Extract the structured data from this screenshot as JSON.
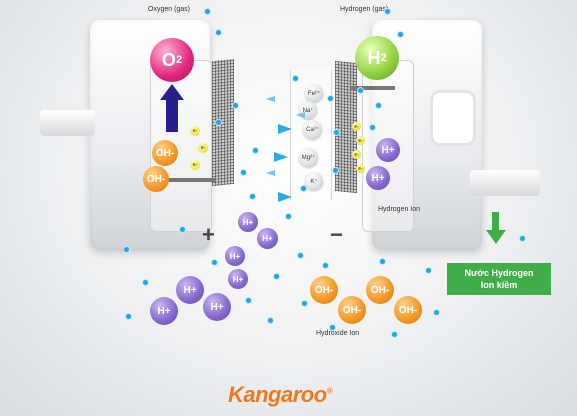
{
  "labels": {
    "oxygen_gas": "Oxygen (gas)",
    "hydrogen_gas": "Hydrogen (gas)",
    "hydrogen_ion": "Hydrogen Ion",
    "hydroxide_ion": "Hydroxide Ion"
  },
  "molecules": {
    "o2": "O",
    "o2_sub": "2",
    "h2": "H",
    "h2_sub": "2"
  },
  "ions": {
    "oh": "OH-",
    "hplus": "H+",
    "electron": "e-"
  },
  "metal_ions": [
    "Fe²⁺",
    "Na⁺",
    "Ca²⁺",
    "Mg²⁺",
    "K⁺"
  ],
  "signs": {
    "plus": "+",
    "minus": "−"
  },
  "output_badge": {
    "line1": "Nước Hydrogen",
    "line2": "Ion kiềm"
  },
  "brand": {
    "logo_text": "Kangaroo",
    "registered": "®"
  },
  "colors": {
    "oxygen": "#e0267c",
    "hydrogen": "#8fd13f",
    "hydroxide": "#f59b2a",
    "hydrogen_ion": "#8a6cd1",
    "arrow": "#2ea8e6",
    "badge": "#3fae49",
    "brand": "#f07a1a"
  }
}
